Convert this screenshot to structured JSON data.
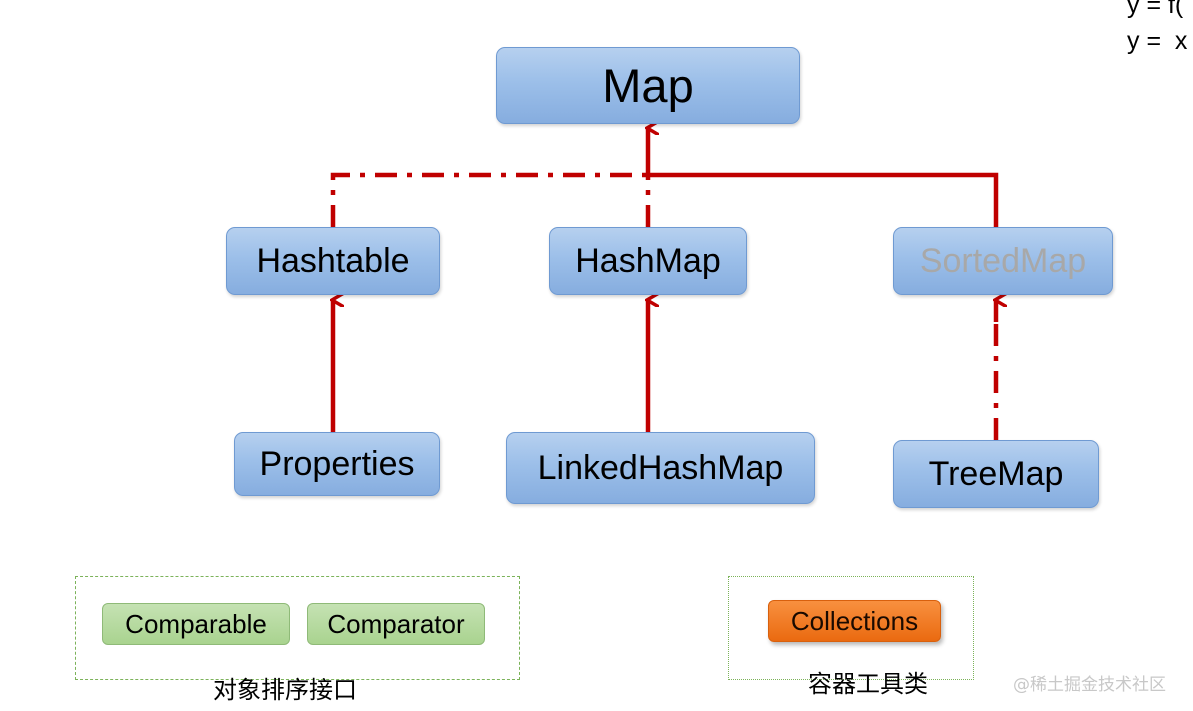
{
  "corner_text": {
    "line1": "y = f(",
    "line2": "y =  x"
  },
  "nodes": {
    "map": "Map",
    "hashtable": "Hashtable",
    "hashmap": "HashMap",
    "sortedmap": "SortedMap",
    "properties": "Properties",
    "linkedhashmap": "LinkedHashMap",
    "treemap": "TreeMap"
  },
  "groups": {
    "sorting": {
      "label": "对象排序接口",
      "items": [
        "Comparable",
        "Comparator"
      ]
    },
    "utils": {
      "label": "容器工具类",
      "items": [
        "Collections"
      ]
    }
  },
  "watermark": "@稀土掘金技术社区",
  "colors": {
    "arrow": "#c00000",
    "node_border": "#6f9ad2",
    "node_fill": "#9cbfe9",
    "group_border": "#7cb35a",
    "orange_chip": "#ea6a10"
  }
}
